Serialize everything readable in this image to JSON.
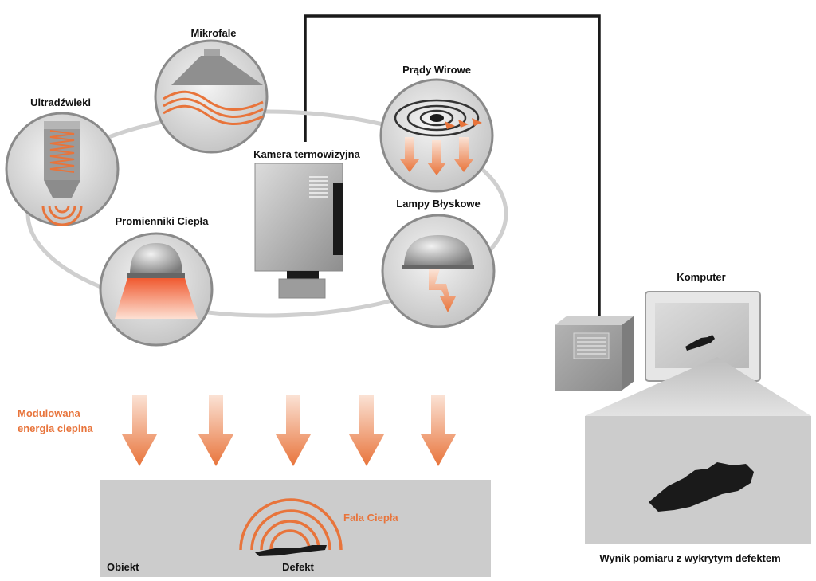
{
  "labels": {
    "microwaves": "Mikrofale",
    "ultrasound": "Ultradźwieki",
    "eddy_currents": "Prądy Wirowe",
    "thermal_camera": "Kamera termowizyjna",
    "flash_lamps": "Lampy Błyskowe",
    "heat_radiators": "Promienniki Ciepła",
    "computer": "Komputer",
    "modulated_energy_line1": "Modulowana",
    "modulated_energy_line2": "energia cieplna",
    "heat_wave": "Fala Ciepła",
    "object": "Obiekt",
    "defect": "Defekt",
    "result": "Wynik pomiaru z wykrytym defektem"
  },
  "colors": {
    "accent_orange": "#e8743b",
    "ring_gray": "#cfcfcf",
    "device_gray": "#9c9c9c",
    "object_gray": "#cccccc",
    "cable": "#1a1a1a"
  }
}
